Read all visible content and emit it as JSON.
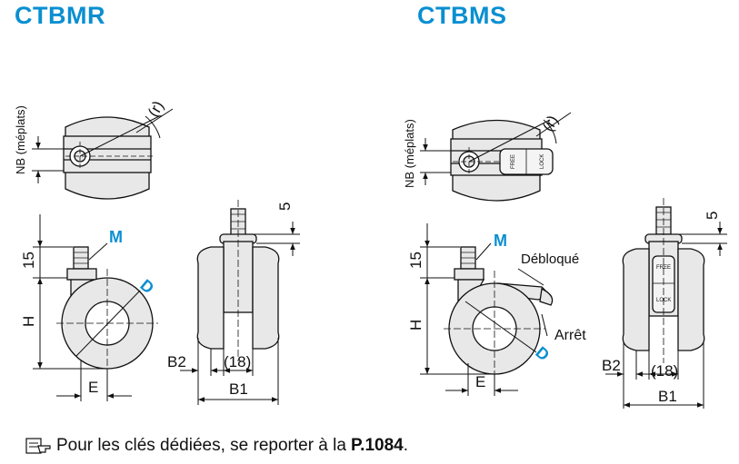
{
  "titles": {
    "left": "CTBMR",
    "right": "CTBMS"
  },
  "labels": {
    "nb": "NB (méplats)",
    "r": "(r)",
    "five": "5",
    "fifteen": "15",
    "h": "H",
    "m": "M",
    "d": "D",
    "e": "E",
    "b2": "B2",
    "eighteen": "(18)",
    "b1": "B1",
    "debloque": "Débloqué",
    "arret": "Arrêt",
    "free": "FREE",
    "lock": "LOCK"
  },
  "note": {
    "text": "Pour les clés dédiées, se reporter à la",
    "ref": "P.1084",
    "end": "."
  },
  "colors": {
    "accent": "#0a8fd1",
    "line": "#111111",
    "fill": "#e8e8e8"
  }
}
